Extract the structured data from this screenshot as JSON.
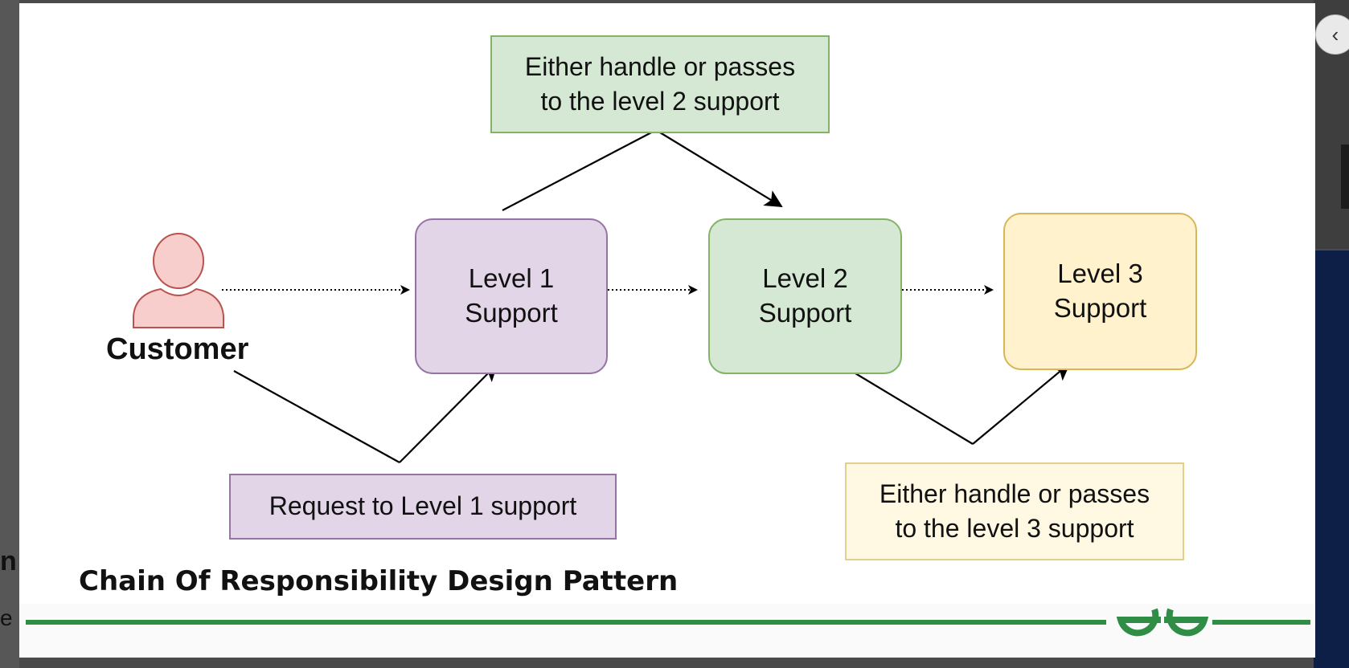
{
  "background_page": {
    "left_fragment_1": "n",
    "left_fragment_2": "e C"
  },
  "lightbox": {
    "close_icon": "chevron-left-icon",
    "close_glyph": "‹"
  },
  "diagram": {
    "customer_label": "Customer",
    "level1_label_line1": "Level 1",
    "level1_label_line2": "Support",
    "level2_label_line1": "Level 2",
    "level2_label_line2": "Support",
    "level3_label_line1": "Level 3",
    "level3_label_line2": "Support",
    "note_top_line1": "Either handle or passes",
    "note_top_line2": "to the level 2 support",
    "note_request": "Request to Level 1 support",
    "note_bottom_line1": "Either handle or passes",
    "note_bottom_line2": "to the level 3 support",
    "caption": "Chain Of Responsibility Design Pattern"
  },
  "colors": {
    "level1_fill": "#e1d5e7",
    "level1_stroke": "#9673a6",
    "level2_fill": "#d5e8d4",
    "level2_stroke": "#82b366",
    "level3_fill": "#fff2cc",
    "level3_stroke": "#d6b656",
    "customer_fill": "#f8cecc",
    "customer_stroke": "#b85450",
    "brand_green": "#2f8d46"
  }
}
